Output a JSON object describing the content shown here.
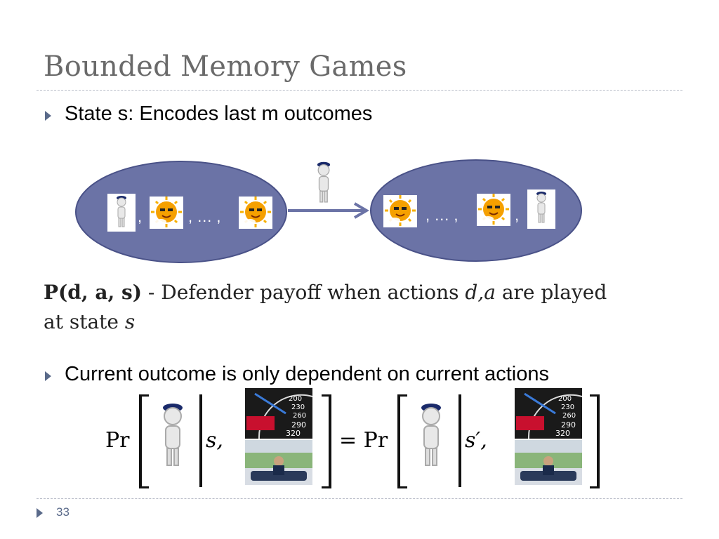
{
  "slide": {
    "title": "Bounded Memory Games",
    "bullet1": "State s: Encodes last m outcomes",
    "state_left": {
      "sep1": ",",
      "sep2": ", … ,",
      "sep3": ""
    },
    "state_right": {
      "sep1": ", … ,",
      "sep2": ","
    },
    "payoff_line1_bold": "P(d, a, s)",
    "payoff_line1_rest": " - Defender payoff when actions ",
    "payoff_line1_ital": "d,a",
    "payoff_line1_end": " are played",
    "payoff_line2_a": "at state ",
    "payoff_line2_ital": "s",
    "bullet2": "Current outcome is only dependent on current actions",
    "eq": {
      "pr_left": "Pr",
      "s_left": "s,",
      "equals": "= Pr",
      "s_right": "s′,"
    },
    "page_number": "33"
  },
  "colors": {
    "ellipse_fill": "#6b73a6",
    "ellipse_stroke": "#4a5288",
    "arrow": "#6b73a6",
    "title": "#6a6a6a",
    "bullet": "#5a6a8a"
  },
  "icons": [
    "police-officer-icon",
    "sun-icon",
    "speedometer-icon",
    "police-car-icon"
  ]
}
